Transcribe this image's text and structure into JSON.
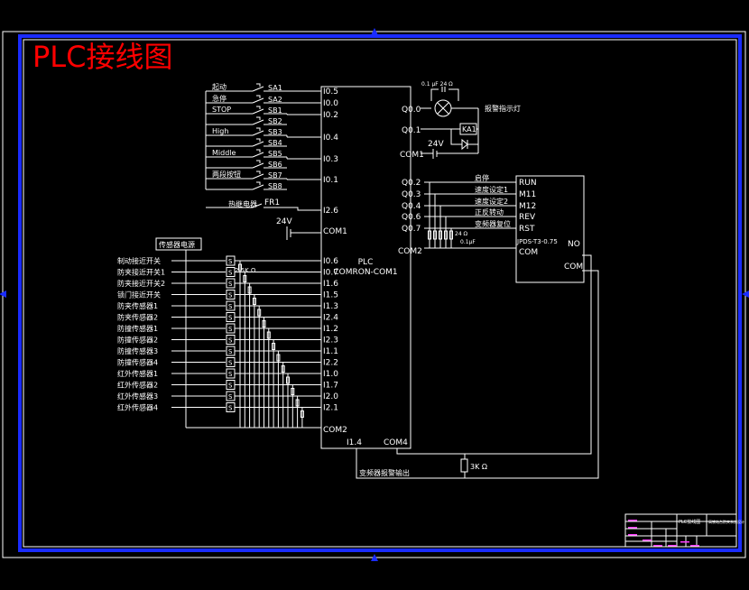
{
  "title": "PLC接线图",
  "colors": {
    "background": "#000000",
    "line": "#ffffff",
    "frame": "#1a2cff",
    "title": "#ff0000",
    "label_magenta": "#ff3cff"
  },
  "top_inputs": [
    {
      "label": "起动",
      "contact": "SA1",
      "port": "I0.5"
    },
    {
      "label": "急停",
      "contact": "SA2",
      "port": "I0.0"
    },
    {
      "label": "STOP",
      "contact": "SB1",
      "port": "I0.2"
    },
    {
      "label": "",
      "contact": "SB2",
      "port": ""
    },
    {
      "label": "High",
      "contact": "SB3",
      "port": "I0.4"
    },
    {
      "label": "",
      "contact": "SB4",
      "port": ""
    },
    {
      "label": "Middle",
      "contact": "SB5",
      "port": "I0.3"
    },
    {
      "label": "",
      "contact": "SB6",
      "port": ""
    },
    {
      "label": "两段按钮",
      "contact": "SB7",
      "port": "I0.1"
    },
    {
      "label": "",
      "contact": "SB8",
      "port": ""
    }
  ],
  "overload": {
    "label": "热继电器",
    "contact": "FR1",
    "port": "I2.6"
  },
  "supply_left": {
    "voltage": "24V",
    "port": "COM1"
  },
  "plc": {
    "line1": "PLC",
    "line2": "COMRON-COM1"
  },
  "sensor_header": "传感器电源",
  "sensor_resistor": "2.5K Ω",
  "sensors": [
    {
      "label": "制动接近开关",
      "port": "I0.6"
    },
    {
      "label": "防夹接近开关1",
      "port": "I0.7"
    },
    {
      "label": "防夹接近开关2",
      "port": "I1.6"
    },
    {
      "label": "锁门接近开关",
      "port": "I1.5"
    },
    {
      "label": "防夹传感器1",
      "port": "I1.3"
    },
    {
      "label": "防夹传感器2",
      "port": "I2.4"
    },
    {
      "label": "防撞传感器1",
      "port": "I1.2"
    },
    {
      "label": "防撞传感器2",
      "port": "I2.3"
    },
    {
      "label": "防撞传感器3",
      "port": "I1.1"
    },
    {
      "label": "防撞传感器4",
      "port": "I2.2"
    },
    {
      "label": "红外传感器1",
      "port": "I1.0"
    },
    {
      "label": "红外传感器2",
      "port": "I1.7"
    },
    {
      "label": "红外传感器3",
      "port": "I2.0"
    },
    {
      "label": "红外传感器4",
      "port": "I2.1"
    }
  ],
  "com2_left": "COM2",
  "bottom_ports": {
    "i14": "I1.4",
    "com4": "COM4"
  },
  "bottom_label": "变频器报警输出",
  "bottom_resistor": "3K Ω",
  "right_outputs": {
    "q00": "Q0.0",
    "q01": "Q0.1",
    "com1": "COM1",
    "lamp_label": "报警指示灯",
    "lamp_rating": "0.1 μF 24 Ω",
    "relay": "KA1",
    "voltage": "24V"
  },
  "vfd_outputs": [
    {
      "port": "Q0.2",
      "label": "启停",
      "terminal": "RUN"
    },
    {
      "port": "Q0.3",
      "label": "速度设定1",
      "terminal": "M11"
    },
    {
      "port": "Q0.4",
      "label": "速度设定2",
      "terminal": "M12"
    },
    {
      "port": "Q0.6",
      "label": "正反转动",
      "terminal": "REV"
    },
    {
      "port": "Q0.7",
      "label": "变频器复位",
      "terminal": "RST"
    }
  ],
  "com2_right": "COM2",
  "rc_label": "24 Ω",
  "rc_cap": "0.1μF",
  "vfd": {
    "model": "JPDS-T3-0.75",
    "com": "COM",
    "no": "NO",
    "com2": "COM"
  },
  "title_block": {
    "name": "PLC接线图",
    "project": "高铁站台防夹系统设计"
  }
}
